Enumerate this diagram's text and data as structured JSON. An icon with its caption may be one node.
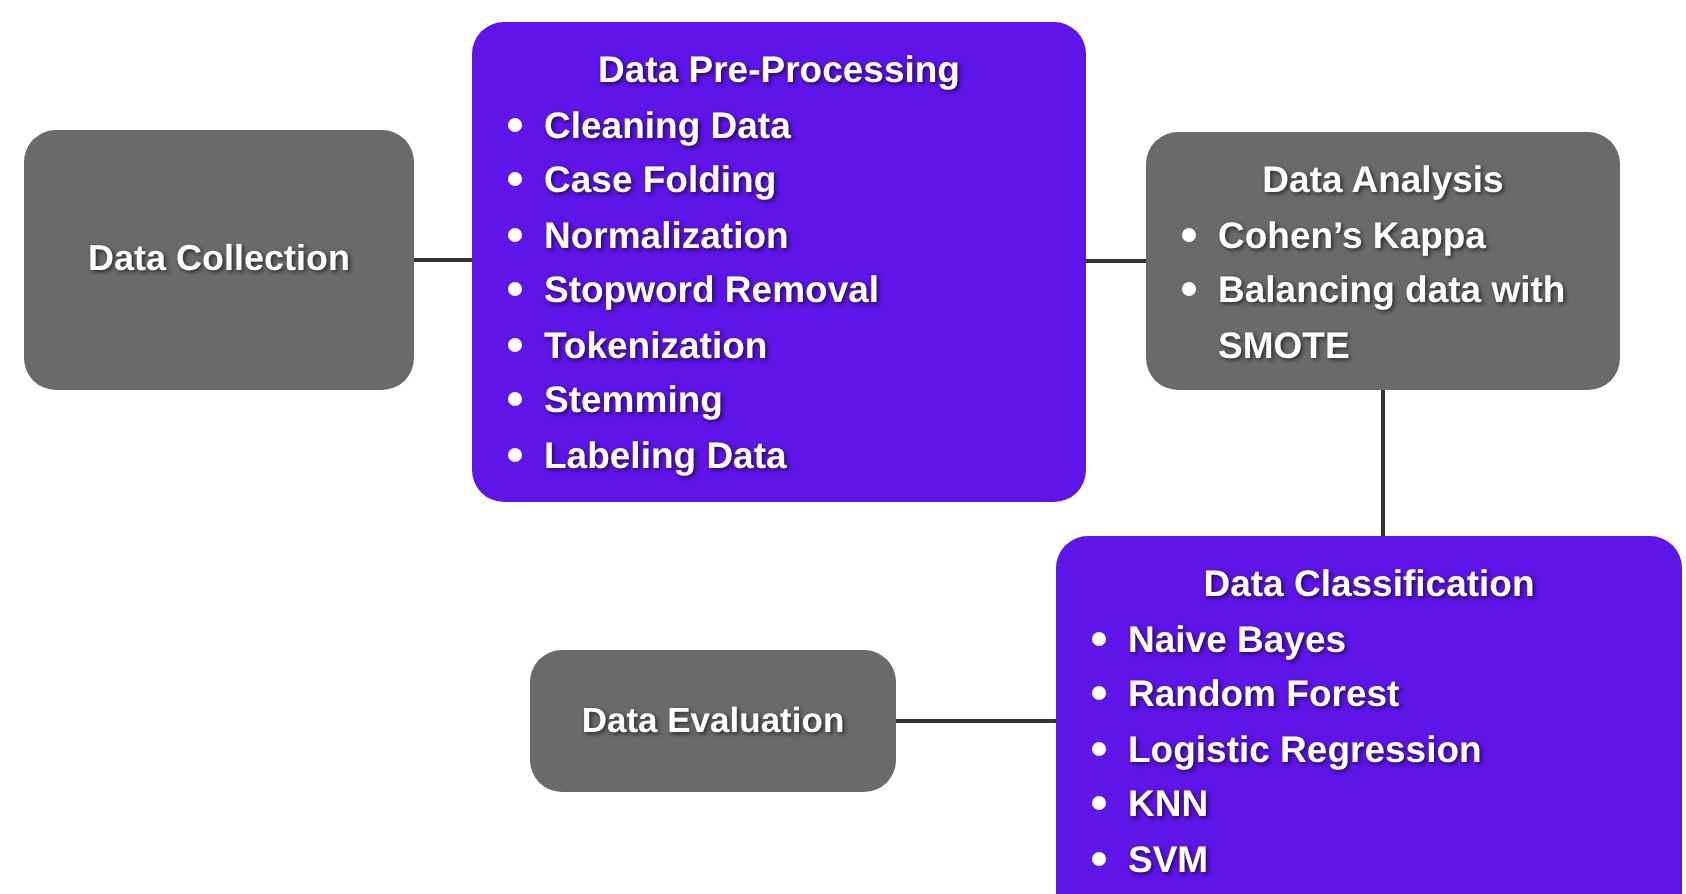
{
  "diagram": {
    "nodes": [
      {
        "text": [
          "Data Collection"
        ]
      },
      {
        "text": [
          "Data Pre-Processing",
          "Cleaning Data",
          "Case Folding",
          "Normalization",
          "Stopword Removal",
          "Tokenization",
          "Stemming",
          "Labeling Data"
        ]
      },
      {
        "text": [
          "Data Analysis",
          "Cohen’s Kappa",
          "Balancing data with SMOTE"
        ]
      },
      {
        "text": [
          "Data Classification",
          "Naive Bayes",
          "Random Forest",
          "Logistic Regression",
          "KNN",
          "SVM"
        ]
      },
      {
        "text": [
          "Data Evaluation"
        ]
      }
    ],
    "edges": [
      {
        "from": 0,
        "to": 1,
        "arrow": "none"
      },
      {
        "from": 1,
        "to": 2,
        "arrow": "none"
      },
      {
        "from": 2,
        "to": 3,
        "arrow": "none"
      },
      {
        "from": 4,
        "to": 3,
        "arrow": "none"
      }
    ]
  }
}
